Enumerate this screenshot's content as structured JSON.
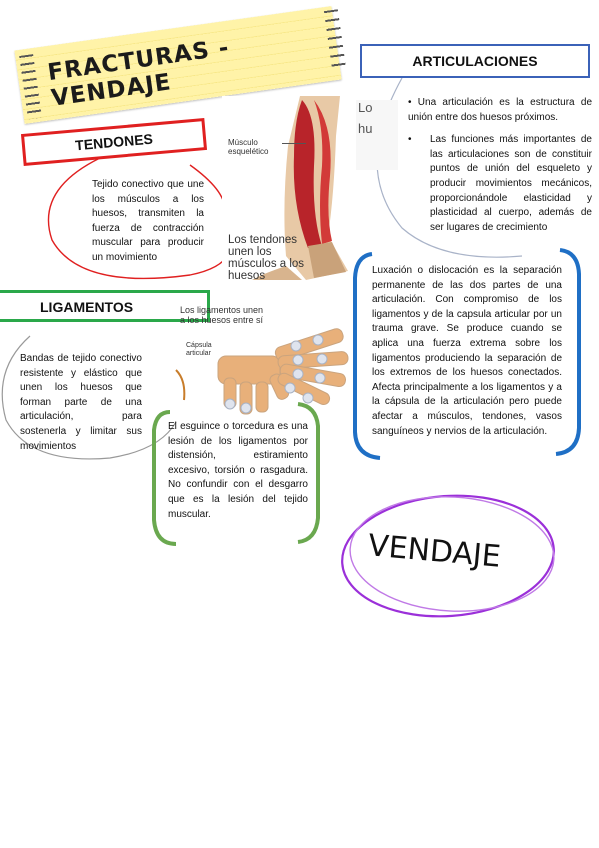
{
  "title": "FRACTURAS - VENDAJE",
  "tendones": {
    "heading": "TENDONES",
    "text": "Tejido conectivo que une los músculos a los huesos, transmiten la fuerza de contracción muscular para producir un movimiento"
  },
  "articulaciones": {
    "heading": "ARTICULACIONES",
    "bullet1": "Una articulación es la estructura de unión entre dos huesos próximos.",
    "bullet2": "Las funciones más importantes de las articulaciones son de constituir puntos de unión del esqueleto y producir movimientos mecánicos, proporcionándole elasticidad y plasticidad al cuerpo, además de ser lugares de crecimiento"
  },
  "ligamentos": {
    "heading": "LIGAMENTOS",
    "text": "Bandas de tejido conectivo resistente y elástico que unen los huesos que forman parte de una articulación, para sostenerla y limitar sus movimientos"
  },
  "esguince": {
    "text": "El esguince o torcedura es una lesión de los ligamentos por distensión, estiramiento excesivo, torsión o rasgadura. No confundir con el desgarro que es la lesión del tejido muscular."
  },
  "luxacion": {
    "text": "Luxación o dislocación es la separación permanente de las dos partes de una articulación. Con compromiso de los ligamentos y de la capsula articular por un trauma grave. Se produce cuando se aplica una fuerza extrema sobre los ligamentos produciendo la separación de los extremos de los huesos conectados. Afecta principalmente a los ligamentos y a la cápsula de la articulación pero puede afectar a músculos, tendones, vasos sanguíneos y nervios de la articulación."
  },
  "vendaje": {
    "label": "VENDAJE"
  },
  "arm_image": {
    "label_muscle": "Músculo esquelético",
    "caption": "Los tendones unen los músculos a los huesos"
  },
  "hand_image": {
    "caption": "Los ligamentos unen a los huesos entre sí",
    "label_capsule": "Cápsula articular"
  },
  "cutoff_image": {
    "fragment1": "Lo",
    "fragment2": "hu"
  },
  "colors": {
    "red": "#e02020",
    "blue": "#3b62b8",
    "green": "#2aa84a",
    "green_bracket": "#6aa84f",
    "blue_bracket": "#1f6fc5",
    "purple": "#9b30d9"
  }
}
